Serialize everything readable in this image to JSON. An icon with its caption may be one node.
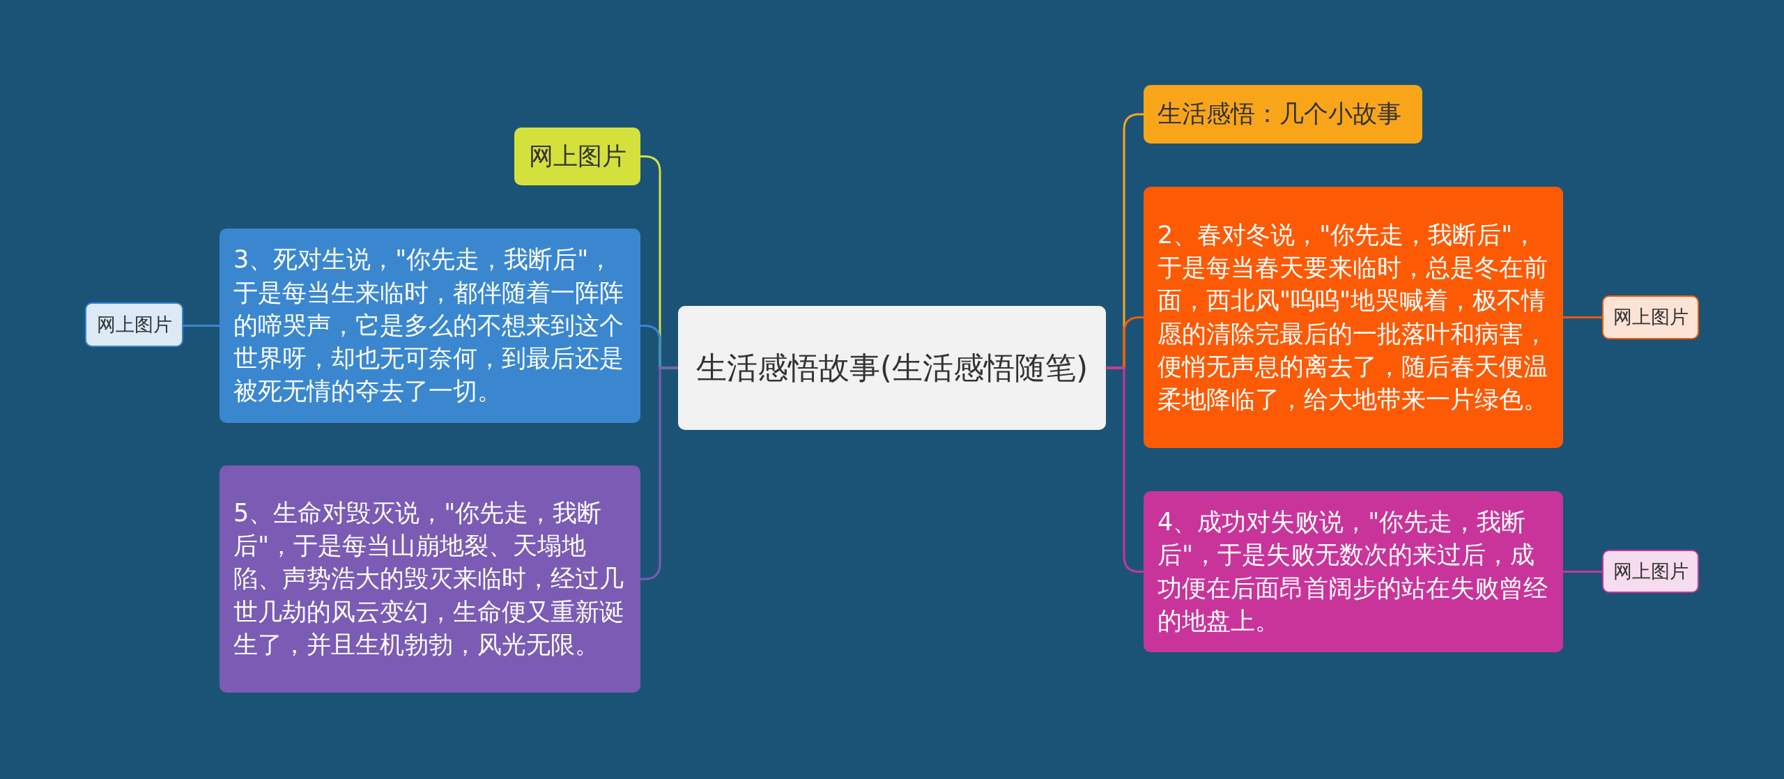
{
  "diagram": {
    "nodes": [
      {
        "text": [
          "生活感悟故事(生活感悟随笔)"
        ]
      },
      {
        "text": [
          "生活感悟：几个小故事"
        ]
      },
      {
        "text": [
          "2、春对冬说，\"你先走，我断后\"，于是每当春天要来临时，总是冬在前面，西北风\"呜呜\"地哭喊着，极不情愿的清除完最后的一批落叶和病害，便悄无声息的离去了，随后春天便温柔地降临了，给大地带来一片绿色。"
        ]
      },
      {
        "text": [
          "网上图片"
        ]
      },
      {
        "text": [
          "4、成功对失败说，\"你先走，我断后\"，于是失败无数次的来过后，成功便在后面昂首阔步的站在失败曾经的地盘上。"
        ]
      },
      {
        "text": [
          "网上图片"
        ]
      },
      {
        "text": [
          "网上图片"
        ]
      },
      {
        "text": [
          "3、死对生说，\"你先走，我断后\"，于是每当生来临时，都伴随着一阵阵的啼哭声，它是多么的不想来到这个世界呀，却也无可奈何，到最后还是被死无情的夺去了一切。"
        ]
      },
      {
        "text": [
          "网上图片"
        ]
      },
      {
        "text": [
          "5、生命对毁灭说，\"你先走，我断后\"，于是每当山崩地裂、天塌地陷、声势浩大的毁灭来临时，经过几世几劫的风云变幻，生命便又重新诞生了，并且生机勃勃，风光无限。"
        ]
      }
    ],
    "edges": [
      {
        "from": 0,
        "to": 1,
        "arrow": "none",
        "color": "#f9a51a"
      },
      {
        "from": 0,
        "to": 2,
        "arrow": "none",
        "color": "#fc5a05"
      },
      {
        "from": 2,
        "to": 3,
        "arrow": "none",
        "color": "#fc5a05"
      },
      {
        "from": 0,
        "to": 4,
        "arrow": "none",
        "color": "#c9349a"
      },
      {
        "from": 4,
        "to": 5,
        "arrow": "none",
        "color": "#c9349a"
      },
      {
        "from": 0,
        "to": 6,
        "arrow": "none",
        "color": "#d4e13c"
      },
      {
        "from": 0,
        "to": 7,
        "arrow": "none",
        "color": "#3a87d0"
      },
      {
        "from": 7,
        "to": 8,
        "arrow": "none",
        "color": "#3a87d0"
      },
      {
        "from": 0,
        "to": 9,
        "arrow": "none",
        "color": "#7b5bb4"
      }
    ]
  }
}
